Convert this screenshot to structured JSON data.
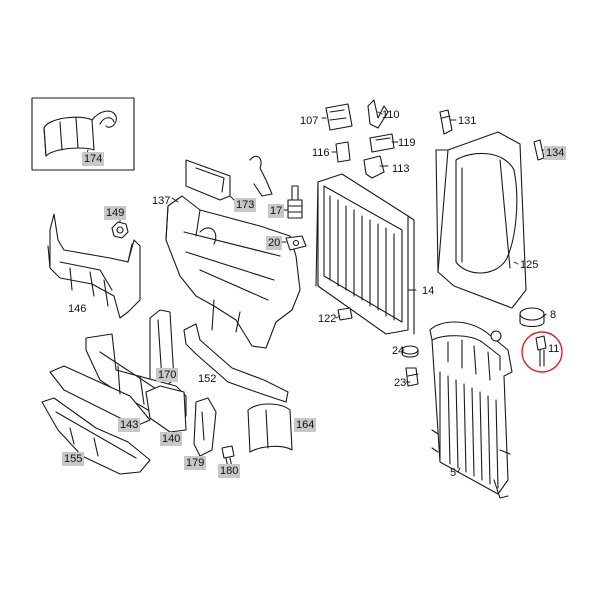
{
  "diagram": {
    "highlight_color": "#c8c8c8",
    "line_color": "#1a1a1a",
    "circle_color": "#e02020",
    "labels": {
      "p174": "174",
      "p149": "149",
      "p137": "137",
      "p173": "173",
      "p17": "17",
      "p20": "20",
      "p107": "107",
      "p110": "110",
      "p116": "116",
      "p119": "119",
      "p113": "113",
      "p131": "131",
      "p134": "134",
      "p125": "125",
      "p146": "146",
      "p14": "14",
      "p122": "122",
      "p8": "8",
      "p11": "11",
      "p24": "24",
      "p23": "23",
      "p170": "170",
      "p152": "152",
      "p164": "164",
      "p143": "143",
      "p140": "140",
      "p155": "155",
      "p179": "179",
      "p180": "180",
      "p5": "5"
    }
  }
}
